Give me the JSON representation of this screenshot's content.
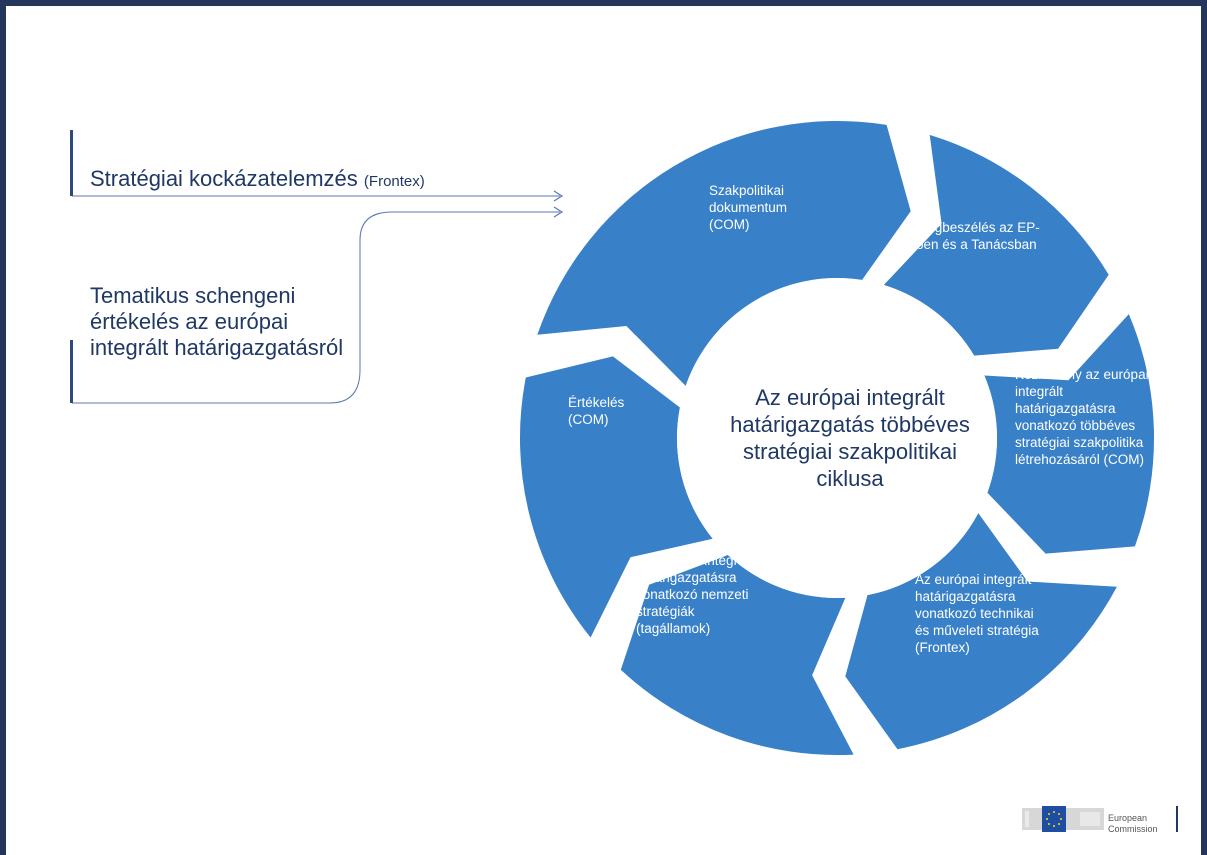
{
  "inputs": {
    "strategic_risk": {
      "main": "Stratégiai kockázatelemzés",
      "source": "(Frontex)"
    },
    "thematic_eval": "Tematikus schengeni értékelés az európai integrált határigazgatásról"
  },
  "center": "Az európai integrált határigazgatás többéves stratégiai szakpolitikai ciklusa",
  "segments": {
    "policy_document": "Szakpolitikai dokumentum (COM)",
    "discussion": "Megbeszélés az EP-ben és a Tanácsban",
    "communication": "Közlemény az európai integrált határigazgatásra vonatkozó többéves stratégiai szakpolitika létrehozásáról (COM)",
    "technical_strategy": "Az európai integrált határigazgatásra vonatkozó technikai és műveleti stratégia (Frontex)",
    "national_strategies": "Az európai integrált határigazgatásra vonatkozó nemzeti stratégiák (tagállamok)",
    "evaluation": "Értékelés (COM)"
  },
  "logo": {
    "line1": "European",
    "line2": "Commission"
  },
  "colors": {
    "ring": "#3880c8",
    "text_dark": "#1f3864",
    "frame": "#24365c",
    "arrow": "#5a7ab0"
  }
}
